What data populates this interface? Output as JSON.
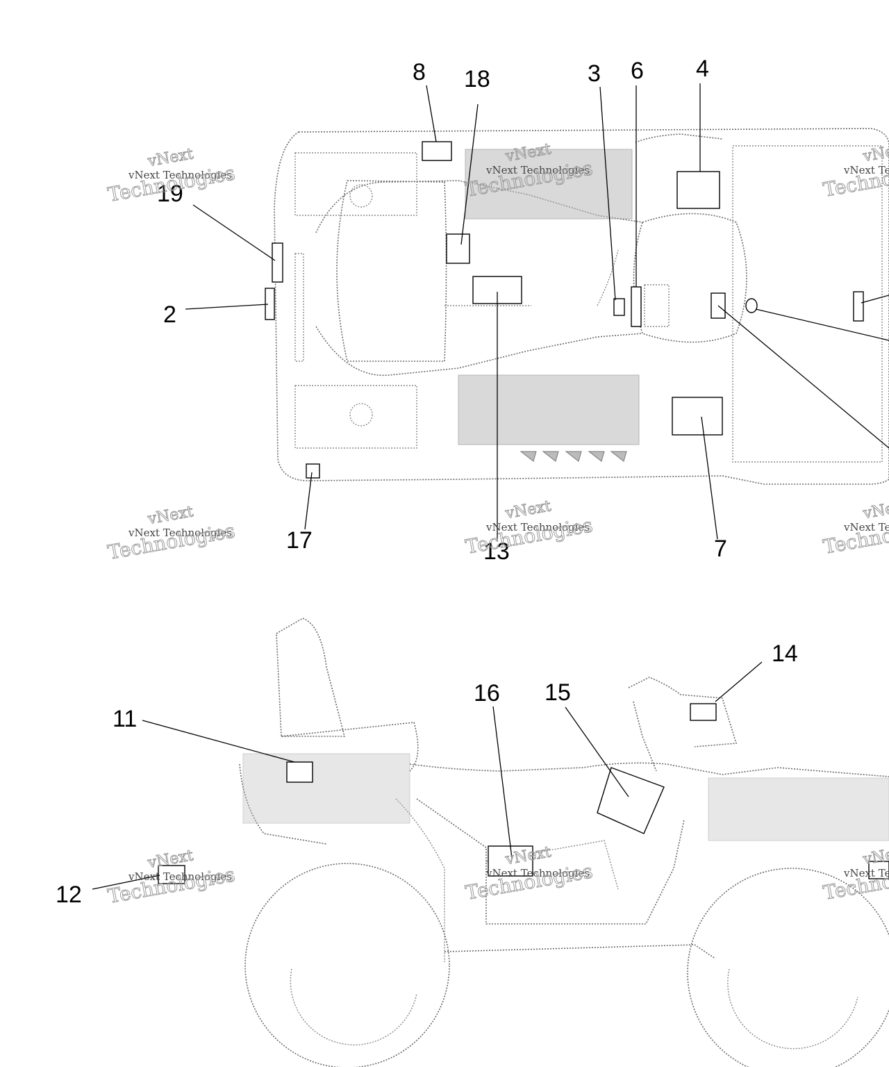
{
  "callouts": {
    "c2": "2",
    "c3": "3",
    "c4": "4",
    "c6": "6",
    "c7": "7",
    "c8": "8",
    "c11": "11",
    "c12": "12",
    "c13": "13",
    "c14": "14",
    "c15": "15",
    "c16": "16",
    "c17": "17",
    "c18": "18",
    "c19": "19"
  },
  "watermark": {
    "brand": "vNext",
    "company": "vNext Technologies",
    "word": "Technologies"
  }
}
